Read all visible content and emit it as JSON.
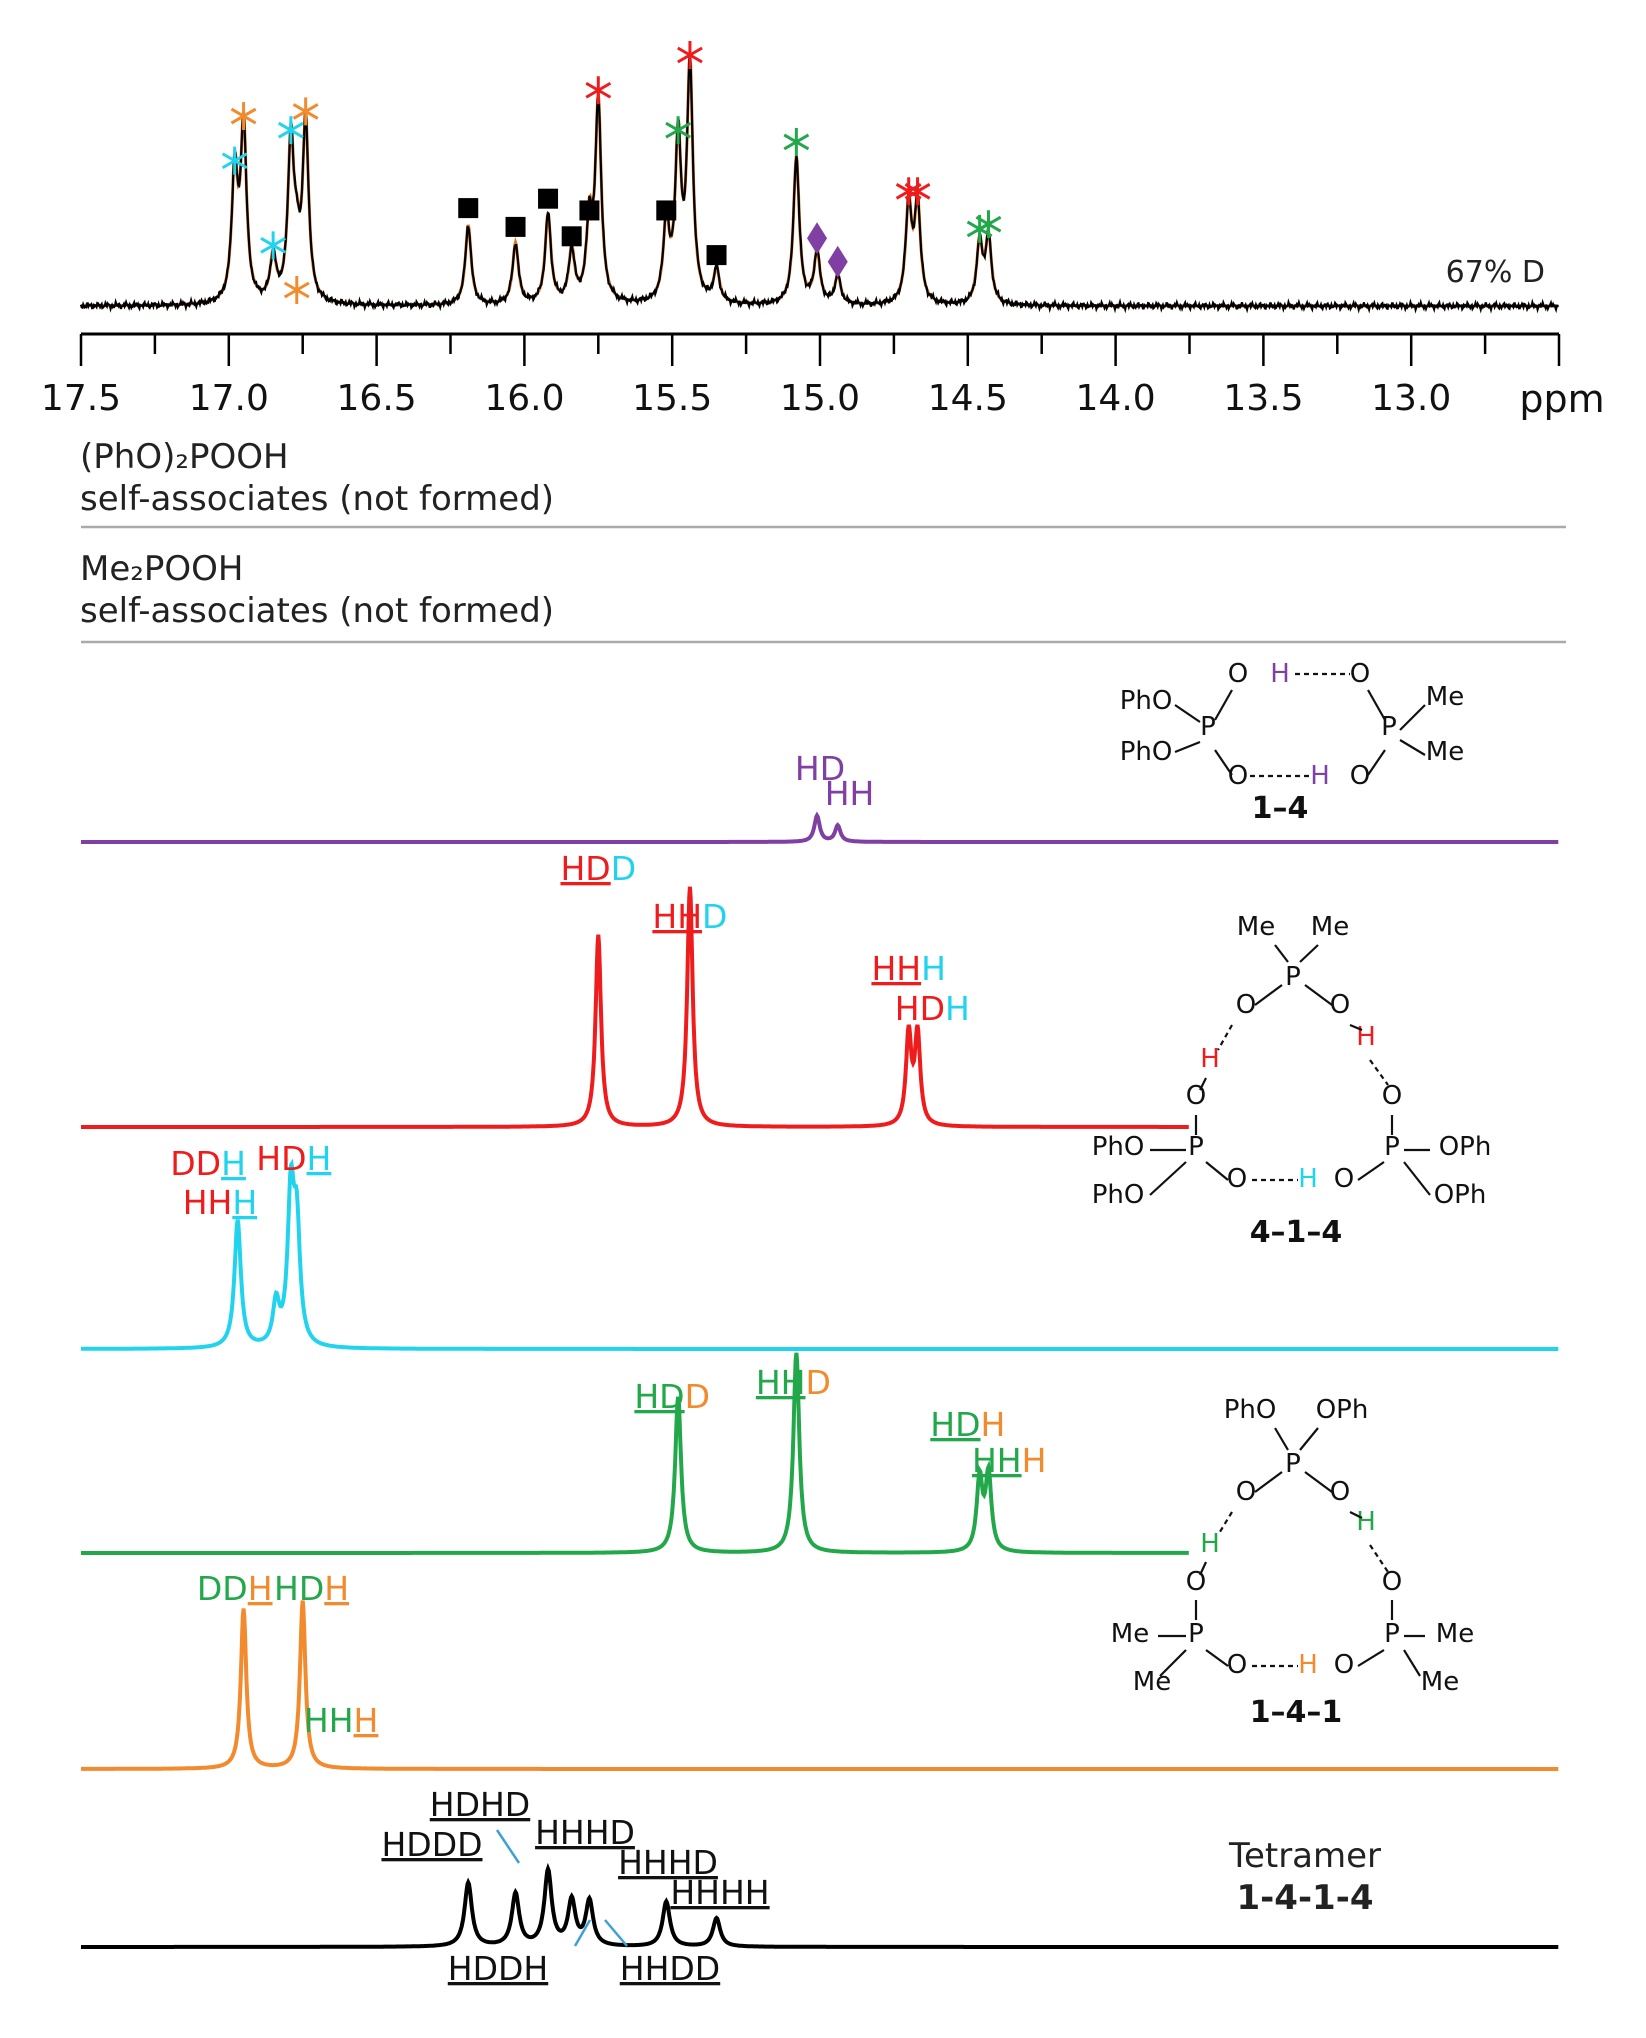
{
  "chart_data": {
    "type": "line",
    "x_axis": {
      "label": "ppm",
      "range": [
        17.5,
        12.7
      ],
      "reversed": true,
      "ticks": [
        "17.5",
        "17.0",
        "16.5",
        "16.0",
        "15.5",
        "15.0",
        "14.5",
        "14.0",
        "13.5",
        "13.0"
      ]
    },
    "top_spectrum": {
      "annotation": "67% D",
      "colors": {
        "trace": "#000000",
        "fit": "#e2741f"
      },
      "peaks": [
        {
          "ppm": 16.98,
          "height": 0.55,
          "marker": "cyan-asterisk"
        },
        {
          "ppm": 16.95,
          "height": 0.74,
          "marker": "orange-asterisk"
        },
        {
          "ppm": 16.85,
          "height": 0.19,
          "marker": "cyan-asterisk"
        },
        {
          "ppm": 16.79,
          "height": 0.68,
          "marker": "cyan-asterisk"
        },
        {
          "ppm": 16.77,
          "height": 0.18,
          "marker": "orange-asterisk"
        },
        {
          "ppm": 16.74,
          "height": 0.76,
          "marker": "orange-asterisk"
        },
        {
          "ppm": 16.19,
          "height": 0.34,
          "marker": "black-square"
        },
        {
          "ppm": 16.03,
          "height": 0.26,
          "marker": "black-square"
        },
        {
          "ppm": 15.92,
          "height": 0.38,
          "marker": "black-square"
        },
        {
          "ppm": 15.84,
          "height": 0.22,
          "marker": "black-square"
        },
        {
          "ppm": 15.78,
          "height": 0.33,
          "marker": "black-square"
        },
        {
          "ppm": 15.75,
          "height": 0.85,
          "marker": "red-asterisk"
        },
        {
          "ppm": 15.52,
          "height": 0.33,
          "marker": "black-square"
        },
        {
          "ppm": 15.48,
          "height": 0.68,
          "marker": "green-asterisk"
        },
        {
          "ppm": 15.44,
          "height": 1.0,
          "marker": "red-asterisk"
        },
        {
          "ppm": 15.35,
          "height": 0.14,
          "marker": "black-square"
        },
        {
          "ppm": 15.08,
          "height": 0.63,
          "marker": "green-asterisk"
        },
        {
          "ppm": 15.01,
          "height": 0.22,
          "marker": "purple-diamond"
        },
        {
          "ppm": 14.94,
          "height": 0.12,
          "marker": "purple-diamond"
        },
        {
          "ppm": 14.7,
          "height": 0.42,
          "marker": "red-asterisk"
        },
        {
          "ppm": 14.67,
          "height": 0.42,
          "marker": "red-asterisk"
        },
        {
          "ppm": 14.46,
          "height": 0.26,
          "marker": "green-asterisk"
        },
        {
          "ppm": 14.43,
          "height": 0.28,
          "marker": "green-asterisk"
        }
      ]
    },
    "texts": {
      "phopooh_line1": "(PhO)₂POOH",
      "phopooh_line2": "self-associates (not formed)",
      "me2pooh_line1": "Me₂POOH",
      "me2pooh_line2": "self-associates (not formed)"
    },
    "series": [
      {
        "name": "1–4",
        "color": "#7f3fa3",
        "x_start": 17.5,
        "x_end": 12.5,
        "peaks": [
          {
            "ppm": 15.01,
            "height": 0.45
          },
          {
            "ppm": 14.94,
            "height": 0.28
          }
        ]
      },
      {
        "name": "4–1–4",
        "color": "#ee1c1c",
        "x_start": 17.5,
        "x_end": 13.75,
        "peaks": [
          {
            "ppm": 15.75,
            "height": 0.8
          },
          {
            "ppm": 15.44,
            "height": 1.0
          },
          {
            "ppm": 14.7,
            "height": 0.38
          },
          {
            "ppm": 14.67,
            "height": 0.38
          }
        ]
      },
      {
        "name": "4–1–4 cyan",
        "color": "#22d3ee",
        "x_start": 17.5,
        "x_end": 12.5,
        "peaks": [
          {
            "ppm": 16.97,
            "height": 0.85
          },
          {
            "ppm": 16.84,
            "height": 0.28
          },
          {
            "ppm": 16.79,
            "height": 0.98
          },
          {
            "ppm": 16.77,
            "height": 0.75
          }
        ]
      },
      {
        "name": "1–4–1",
        "color": "#22a84a",
        "x_start": 17.5,
        "x_end": 13.75,
        "peaks": [
          {
            "ppm": 15.48,
            "height": 0.78
          },
          {
            "ppm": 15.08,
            "height": 1.0
          },
          {
            "ppm": 14.46,
            "height": 0.36
          },
          {
            "ppm": 14.43,
            "height": 0.38
          }
        ]
      },
      {
        "name": "1–4–1 orange",
        "color": "#f28a2e",
        "x_start": 17.5,
        "x_end": 12.5,
        "peaks": [
          {
            "ppm": 16.95,
            "height": 1.0
          },
          {
            "ppm": 16.75,
            "height": 0.95
          },
          {
            "ppm": 16.75,
            "height": 0.1
          }
        ]
      },
      {
        "name": "1-4-1-4",
        "color": "#000000",
        "x_start": 17.5,
        "x_end": 12.5,
        "peaks": [
          {
            "ppm": 16.19,
            "height": 0.85
          },
          {
            "ppm": 16.03,
            "height": 0.7
          },
          {
            "ppm": 15.92,
            "height": 1.0
          },
          {
            "ppm": 15.84,
            "height": 0.6
          },
          {
            "ppm": 15.78,
            "height": 0.6
          },
          {
            "ppm": 15.52,
            "height": 0.6
          },
          {
            "ppm": 15.35,
            "height": 0.38
          }
        ]
      }
    ],
    "peak_labels": [
      {
        "series": "purple",
        "ppm": 15.0,
        "parts": [
          [
            "HD",
            "#7f3fa3",
            false
          ]
        ]
      },
      {
        "series": "purple",
        "ppm": 14.9,
        "parts": [
          [
            "HH",
            "#7f3fa3",
            false
          ]
        ]
      },
      {
        "series": "red",
        "ppm": 15.75,
        "parts": [
          [
            "HD",
            "#ee1c1c",
            true
          ],
          [
            "D",
            "#22d3ee",
            false
          ]
        ]
      },
      {
        "series": "red",
        "ppm": 15.44,
        "parts": [
          [
            "HH",
            "#ee1c1c",
            true
          ],
          [
            "D",
            "#22d3ee",
            false
          ]
        ]
      },
      {
        "series": "red",
        "ppm": 14.7,
        "parts": [
          [
            "HH",
            "#ee1c1c",
            true
          ],
          [
            "H",
            "#22d3ee",
            false
          ]
        ]
      },
      {
        "series": "red",
        "ppm": 14.62,
        "parts": [
          [
            "HD",
            "#ee1c1c",
            false
          ],
          [
            "H",
            "#22d3ee",
            false
          ]
        ]
      },
      {
        "series": "cyan",
        "ppm": 17.07,
        "parts": [
          [
            "DD",
            "#ee1c1c",
            false
          ],
          [
            "H",
            "#22d3ee",
            true
          ]
        ]
      },
      {
        "series": "cyan",
        "ppm": 17.03,
        "parts": [
          [
            "HH",
            "#ee1c1c",
            false
          ],
          [
            "H",
            "#22d3ee",
            true
          ]
        ]
      },
      {
        "series": "cyan",
        "ppm": 16.78,
        "parts": [
          [
            "HD",
            "#ee1c1c",
            false
          ],
          [
            "H",
            "#22d3ee",
            true
          ]
        ]
      },
      {
        "series": "green",
        "ppm": 15.5,
        "parts": [
          [
            "HD",
            "#22a84a",
            true
          ],
          [
            "D",
            "#f28a2e",
            false
          ]
        ]
      },
      {
        "series": "green",
        "ppm": 15.09,
        "parts": [
          [
            "HH",
            "#22a84a",
            true
          ],
          [
            "D",
            "#f28a2e",
            false
          ]
        ]
      },
      {
        "series": "green",
        "ppm": 14.5,
        "parts": [
          [
            "HD",
            "#22a84a",
            true
          ],
          [
            "H",
            "#f28a2e",
            false
          ]
        ]
      },
      {
        "series": "green",
        "ppm": 14.36,
        "parts": [
          [
            "HH",
            "#22a84a",
            true
          ],
          [
            "H",
            "#f28a2e",
            false
          ]
        ]
      },
      {
        "series": "orange",
        "ppm": 16.98,
        "parts": [
          [
            "DD",
            "#22a84a",
            false
          ],
          [
            "H",
            "#f28a2e",
            true
          ]
        ]
      },
      {
        "series": "orange",
        "ppm": 16.72,
        "parts": [
          [
            "HD",
            "#22a84a",
            false
          ],
          [
            "H",
            "#f28a2e",
            true
          ]
        ]
      },
      {
        "series": "orange",
        "ppm": 16.62,
        "parts": [
          [
            "HH",
            "#22a84a",
            false
          ],
          [
            "H",
            "#f28a2e",
            true
          ]
        ]
      }
    ],
    "tetramer_labels": [
      "HDDD",
      "HDHD",
      "HHHD",
      "HHHD",
      "HHHH",
      "HDDH",
      "HHDD"
    ],
    "structures": [
      {
        "name": "1–4",
        "groups": [
          "PhO",
          "PhO",
          "O",
          "H",
          "O",
          "O",
          "H",
          "O",
          "Me",
          "Me"
        ]
      },
      {
        "name": "4–1–4",
        "groups": [
          "Me",
          "Me",
          "O",
          "O",
          "H",
          "H",
          "O",
          "O",
          "PhO",
          "PhO",
          "O",
          "H",
          "O",
          "OPh",
          "OPh"
        ]
      },
      {
        "name": "1–4–1",
        "groups": [
          "PhO",
          "OPh",
          "O",
          "O",
          "H",
          "H",
          "O",
          "O",
          "Me",
          "Me",
          "O",
          "H",
          "O",
          "Me",
          "Me"
        ]
      }
    ],
    "tetramer_caption": {
      "line1": "Tetramer",
      "line2": "1-4-1-4"
    }
  }
}
